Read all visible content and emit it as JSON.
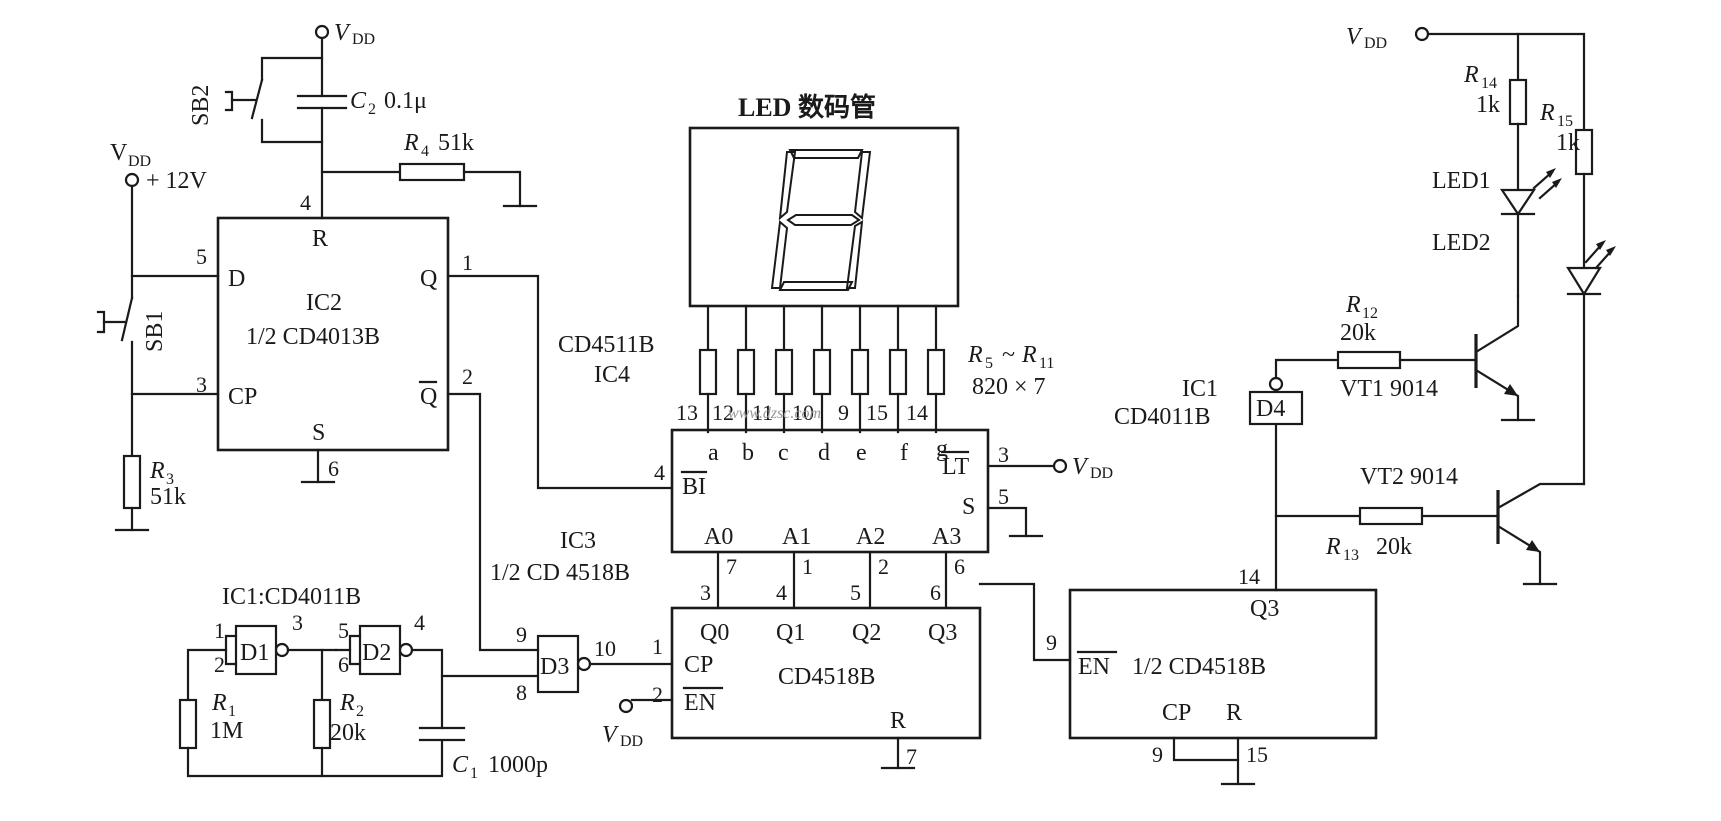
{
  "display": {
    "title": "LED 数码管"
  },
  "power": {
    "vdd": "V",
    "vdd_sub": "DD",
    "plus12v": "+ 12V"
  },
  "components": {
    "c2": {
      "sym": "C",
      "sub": "2",
      "val": "0.1μ"
    },
    "r4": {
      "sym": "R",
      "sub": "4",
      "val": "51k"
    },
    "r3": {
      "sym": "R",
      "sub": "3",
      "val": "51k"
    },
    "r1": {
      "sym": "R",
      "sub": "1",
      "val": "1M"
    },
    "r2": {
      "sym": "R",
      "sub": "2",
      "val": "20k"
    },
    "c1": {
      "sym": "C",
      "sub": "1",
      "val": "1000p"
    },
    "r14": {
      "sym": "R",
      "sub": "14",
      "val": "1k"
    },
    "r15": {
      "sym": "R",
      "sub": "15",
      "val": "1k"
    },
    "r12": {
      "sym": "R",
      "sub": "12",
      "val": "20k"
    },
    "r13": {
      "sym": "R",
      "sub": "13",
      "val": "20k"
    },
    "r5_11": {
      "sym_a": "R",
      "sub_a": "5",
      "tilde": "~",
      "sym_b": "R",
      "sub_b": "11",
      "val": "820 × 7"
    }
  },
  "switches": {
    "sb1": "SB1",
    "sb2": "SB2"
  },
  "leds": {
    "led1": "LED1",
    "led2": "LED2"
  },
  "transistors": {
    "vt1": "VT1 9014",
    "vt2": "VT2 9014"
  },
  "ic2": {
    "name": "IC2",
    "part": "1/2 CD4013B",
    "pins": {
      "R": "R",
      "D": "D",
      "CP": "CP",
      "Q": "Q",
      "Qbar": "Q",
      "S": "S"
    },
    "nums": {
      "r": "4",
      "d": "5",
      "cp": "3",
      "q": "1",
      "qbar": "2",
      "s": "6"
    }
  },
  "ic4": {
    "name": "CD4511B",
    "ref": "IC4",
    "outs": [
      "a",
      "b",
      "c",
      "d",
      "e",
      "f",
      "g"
    ],
    "out_nums": [
      "13",
      "12",
      "11",
      "10",
      "9",
      "15",
      "14"
    ],
    "BI": "BI",
    "LT": "LT",
    "S": "S",
    "ins": [
      "A0",
      "A1",
      "A2",
      "A3"
    ],
    "nums": {
      "bi": "4",
      "lt": "3",
      "s": "5",
      "a0": "7",
      "a1": "1",
      "a2": "2",
      "a3": "6"
    }
  },
  "ic3": {
    "name": "IC3",
    "part": "1/2 CD 4518B",
    "chip": "CD4518B",
    "outs": [
      "Q0",
      "Q1",
      "Q2",
      "Q3"
    ],
    "out_nums": [
      "3",
      "4",
      "5",
      "6"
    ],
    "CP": "CP",
    "EN": "EN",
    "R": "R",
    "nums": {
      "cp": "1",
      "en": "2",
      "r": "7"
    }
  },
  "ic5": {
    "EN": "EN",
    "part": "1/2 CD4518B",
    "Q3": "Q3",
    "CP": "CP",
    "R": "R",
    "nums": {
      "en": "9",
      "q3": "14",
      "cp": "9",
      "r": "15"
    }
  },
  "osc": {
    "title": "IC1:CD4011B",
    "d1": "D1",
    "d2": "D2",
    "d3": "D3",
    "nums": {
      "d1a": "1",
      "d1b": "2",
      "d1o": "3",
      "d2a": "5",
      "d2b": "6",
      "d2o": "4",
      "d3a": "9",
      "d3b": "8",
      "d3o": "10"
    }
  },
  "d4": {
    "ic": "IC1",
    "part": "CD4011B",
    "name": "D4"
  },
  "watermark": "www.dzsc.com"
}
